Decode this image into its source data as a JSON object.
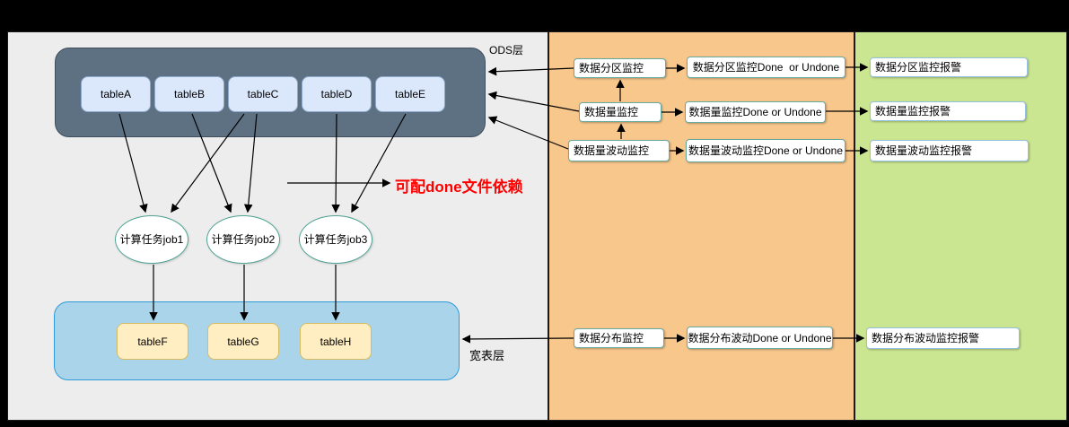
{
  "layers": {
    "ods": {
      "label": "ODS层",
      "tables": [
        "tableA",
        "tableB",
        "tableC",
        "tableD",
        "tableE"
      ]
    },
    "wide": {
      "label": "宽表层",
      "tables": [
        "tableF",
        "tableG",
        "tableH"
      ]
    }
  },
  "jobs": [
    "计算任务job1",
    "计算任务job2",
    "计算任务job3"
  ],
  "annotation": {
    "text": "可配done文件依赖",
    "color": "#ff0000"
  },
  "rows": [
    {
      "monitor": "数据分区监控",
      "status": "数据分区监控Done  or Undone",
      "alarm": "数据分区监控报警"
    },
    {
      "monitor": "数据量监控",
      "status": "数据量监控Done or Undone",
      "alarm": "数据量监控报警"
    },
    {
      "monitor": "数据量波动监控",
      "status": "数据量波动监控Done or Undone",
      "alarm": "数据量波动监控报警"
    },
    {
      "monitor": "数据分布监控",
      "status": "数据分布波动Done or Undone",
      "alarm": "数据分布波动监控报警"
    }
  ],
  "colors": {
    "panel_left": "#ededed",
    "panel_middle": "#f8c78c",
    "panel_right": "#cbe690",
    "ods_fill": "#5d7183",
    "wide_fill": "#a9d4ea",
    "wide_border": "#2e9bd6",
    "table_blue_fill": "#dbe8fc",
    "table_yellow_fill": "#ffeec2",
    "monitor_border": "#67ab9f",
    "alarm_border": "#97c1e0",
    "ellipse_border": "#4ea393",
    "annotation_red": "#ff0000"
  }
}
